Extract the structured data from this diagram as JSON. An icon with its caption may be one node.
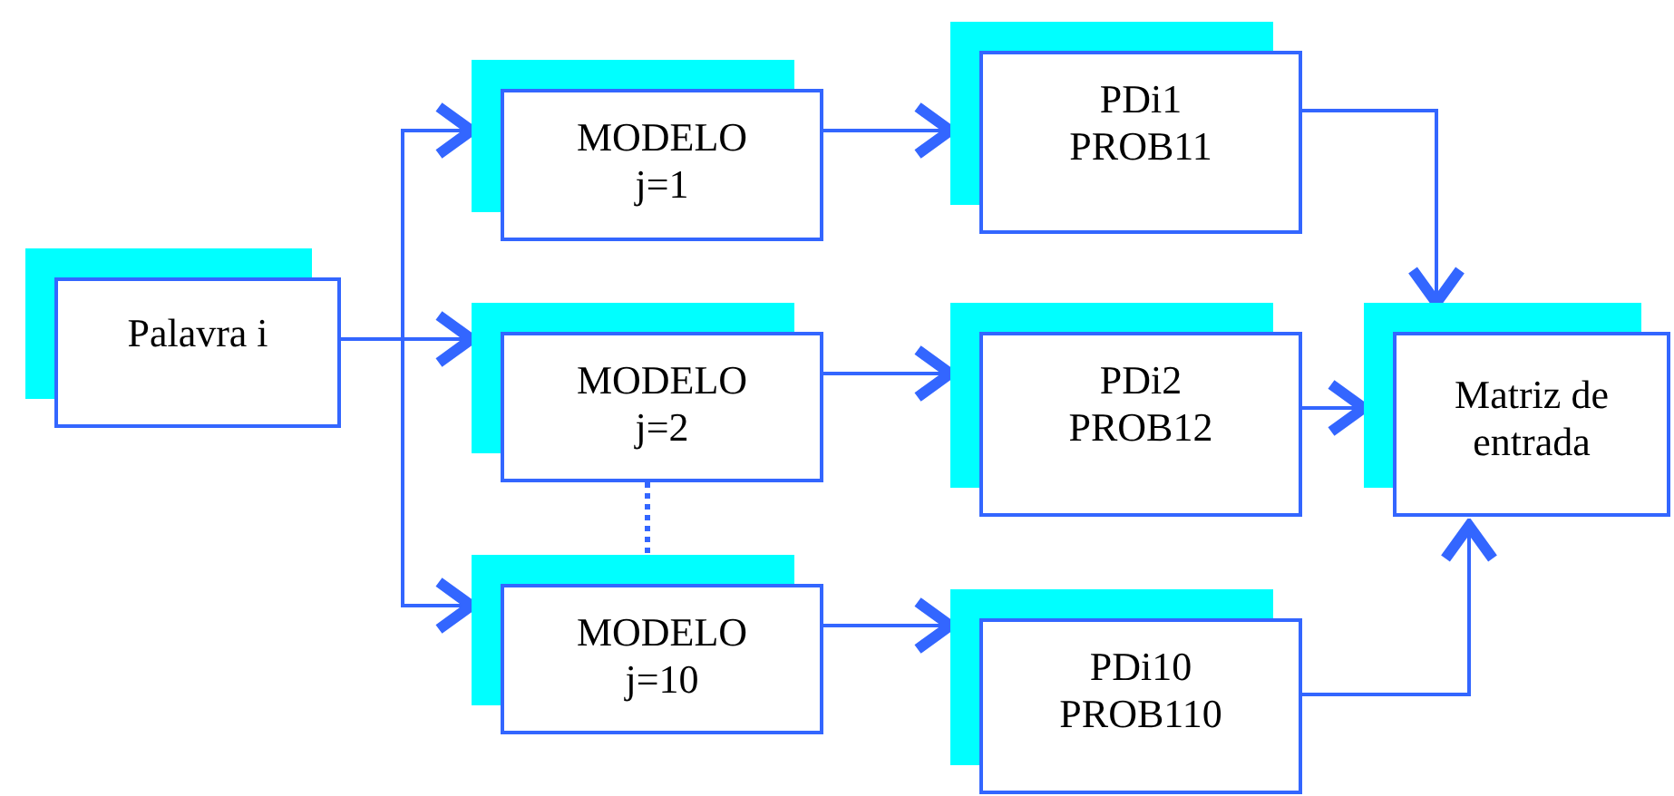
{
  "diagram": {
    "nodes": [
      {
        "text": [
          "Palavra i"
        ]
      },
      {
        "text": [
          "MODELO",
          "j=1"
        ]
      },
      {
        "text": [
          "MODELO",
          "j=2"
        ]
      },
      {
        "text": [
          "MODELO",
          "j=10"
        ]
      },
      {
        "text": [
          "PDi1",
          "PROB11"
        ]
      },
      {
        "text": [
          "PDi2",
          "PROB12"
        ]
      },
      {
        "text": [
          "PDi10",
          "PROB110"
        ]
      },
      {
        "text": [
          "Matriz de entrada"
        ]
      }
    ],
    "edges": [
      {
        "from": 0,
        "to": 1,
        "arrow": "to"
      },
      {
        "from": 0,
        "to": 2,
        "arrow": "to"
      },
      {
        "from": 0,
        "to": 3,
        "arrow": "to"
      },
      {
        "from": 2,
        "to": 3,
        "arrow": "none",
        "style": "dashed"
      },
      {
        "from": 1,
        "to": 4,
        "arrow": "to"
      },
      {
        "from": 2,
        "to": 5,
        "arrow": "to"
      },
      {
        "from": 3,
        "to": 6,
        "arrow": "to"
      },
      {
        "from": 4,
        "to": 7,
        "arrow": "to"
      },
      {
        "from": 5,
        "to": 7,
        "arrow": "to"
      },
      {
        "from": 6,
        "to": 7,
        "arrow": "to"
      }
    ]
  }
}
